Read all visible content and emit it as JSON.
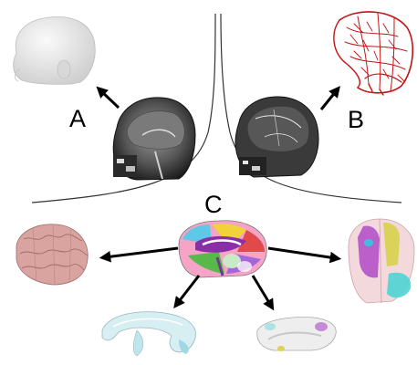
{
  "panels": {
    "a": {
      "letter": "A"
    },
    "b": {
      "letter": "B"
    },
    "c": {
      "letter": "C"
    }
  },
  "icons": [
    "head-surface-model-icon",
    "t1-mri-sagittal-slice-icon",
    "vessel-tree-model-icon",
    "angiography-mri-sagittal-slice-icon",
    "brain-parcellation-sagittal-slice-icon",
    "cortical-surface-model-icon",
    "lateral-ventricle-model-icon",
    "corpus-callosum-model-icon",
    "glass-brain-structures-model-icon"
  ],
  "colors": {
    "head_surface": "#e6e6e6",
    "vessels": "#c01515",
    "cortex": "#d9a3a0",
    "ventricle": "#bfe6ee",
    "lines": "#333333"
  }
}
